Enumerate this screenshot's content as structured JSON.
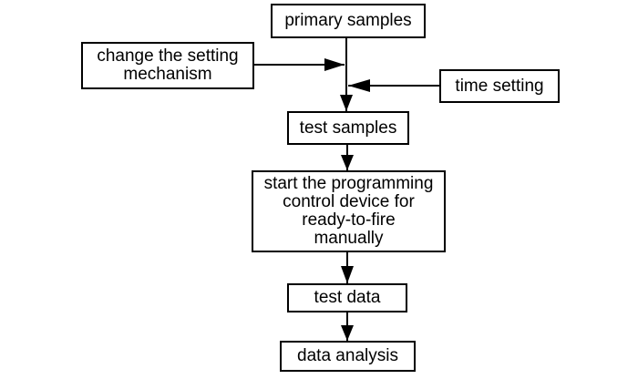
{
  "diagram": {
    "nodes": [
      {
        "id": "primary-samples",
        "label": "primary samples"
      },
      {
        "id": "change-setting",
        "label": "change the setting\nmechanism"
      },
      {
        "id": "time-setting",
        "label": "time setting"
      },
      {
        "id": "test-samples",
        "label": "test samples"
      },
      {
        "id": "start-device",
        "label": "start the programming\ncontrol device for\nready-to-fire\nmanually"
      },
      {
        "id": "test-data",
        "label": "test data"
      },
      {
        "id": "data-analysis",
        "label": "data analysis"
      }
    ],
    "edges": [
      {
        "from": "primary-samples",
        "to": "test-samples"
      },
      {
        "from": "change-setting",
        "to": "test-samples"
      },
      {
        "from": "time-setting",
        "to": "test-samples"
      },
      {
        "from": "test-samples",
        "to": "start-device"
      },
      {
        "from": "start-device",
        "to": "test-data"
      },
      {
        "from": "test-data",
        "to": "data-analysis"
      }
    ],
    "colors": {
      "stroke": "#000000",
      "fill": "#ffffff",
      "text": "#000000"
    }
  }
}
